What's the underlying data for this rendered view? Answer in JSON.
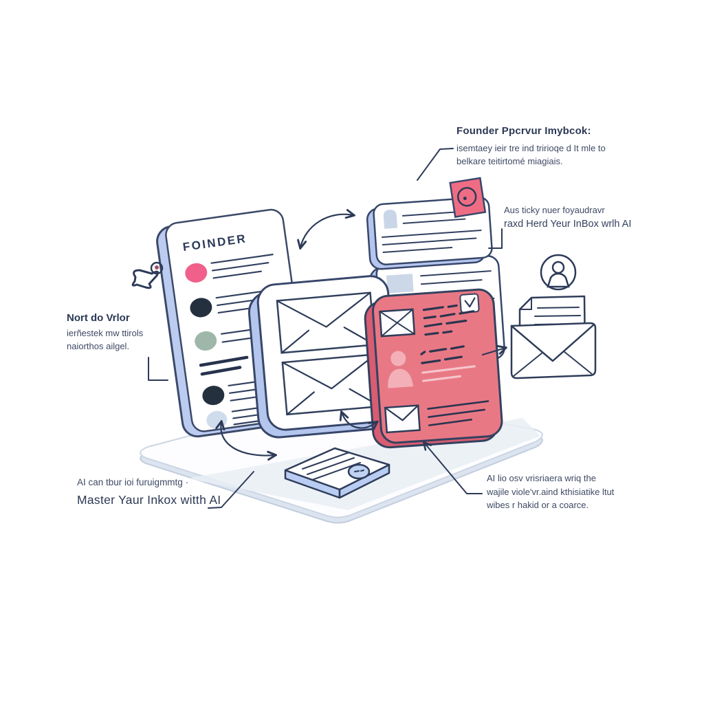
{
  "annotations": {
    "top_right": {
      "title": "Founder Ppcrvur Imybcok:",
      "line1": "isemtaey ieir tre ind tririoqe d It mle to",
      "line2": "belkare teitirtomé miagiais."
    },
    "right": {
      "line1": "Aus ticky nuer foyaudravr",
      "line2": "raxd Herd Yeur InBox wrlh AI"
    },
    "left": {
      "line1": "Nort do Vrlor",
      "line2": "ierñestek mw ttirols",
      "line3": "naiorthos ailgel."
    },
    "bottom_left": {
      "line1": "AI can tbur ioi furuigmmtg ·",
      "line2": "Master Yaur Inkox witth AI"
    },
    "bottom_right": {
      "line1": "AI lio osv vrisriaera wriq the",
      "line2": "wajile viole'vr.aind kthisiatike ltut",
      "line3": "wibes r hakid or a coarce."
    }
  },
  "founder_card": {
    "title": "FOINDER",
    "dot_colors": [
      "#f0608a",
      "#25303f",
      "#9eb7aa",
      "#25303f",
      "#cfdcec"
    ]
  },
  "colors": {
    "outline": "#2c3a58",
    "periwinkle": "#b5c6ee",
    "pink_accent": "#ee6d84",
    "pink_card": "#e97885",
    "sage": "#9eb7aa",
    "platform_edge": "#dce4f0",
    "avatar_gray": "#c9d6e7"
  },
  "icons": [
    "paper-plane-doodle-icon",
    "person-circle-icon",
    "open-envelope-icon",
    "mail-tray-icon",
    "pink-corner-badge-icon",
    "checkbox-icon",
    "envelope-cross-icon",
    "avatar-icon",
    "envelope-icon"
  ]
}
